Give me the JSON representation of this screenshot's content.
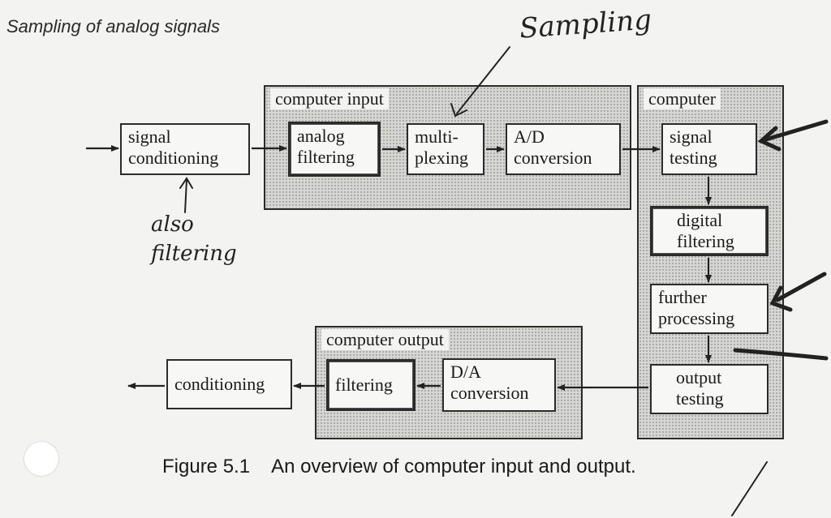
{
  "header": "Sampling of analog signals",
  "groups": {
    "computer_input": "computer input",
    "computer": "computer",
    "computer_output": "computer output"
  },
  "boxes": {
    "signal_conditioning": [
      "signal",
      "conditioning"
    ],
    "analog_filtering": [
      "analog",
      "filtering"
    ],
    "multiplexing": [
      "multi-",
      "plexing"
    ],
    "ad_conversion": [
      "A/D",
      "conversion"
    ],
    "signal_testing": [
      "signal",
      "testing"
    ],
    "digital_filtering": [
      "digital",
      "filtering"
    ],
    "further_processing": [
      "further",
      "processing"
    ],
    "output_testing": [
      "output",
      "testing"
    ],
    "da_conversion": [
      "D/A",
      "conversion"
    ],
    "filtering": "filtering",
    "conditioning": "conditioning"
  },
  "handwriting": {
    "sampling": "Sampling",
    "also_filtering": [
      "also",
      "filtering"
    ]
  },
  "caption": {
    "number": "Figure 5.1",
    "text": "An overview of computer input and output."
  }
}
